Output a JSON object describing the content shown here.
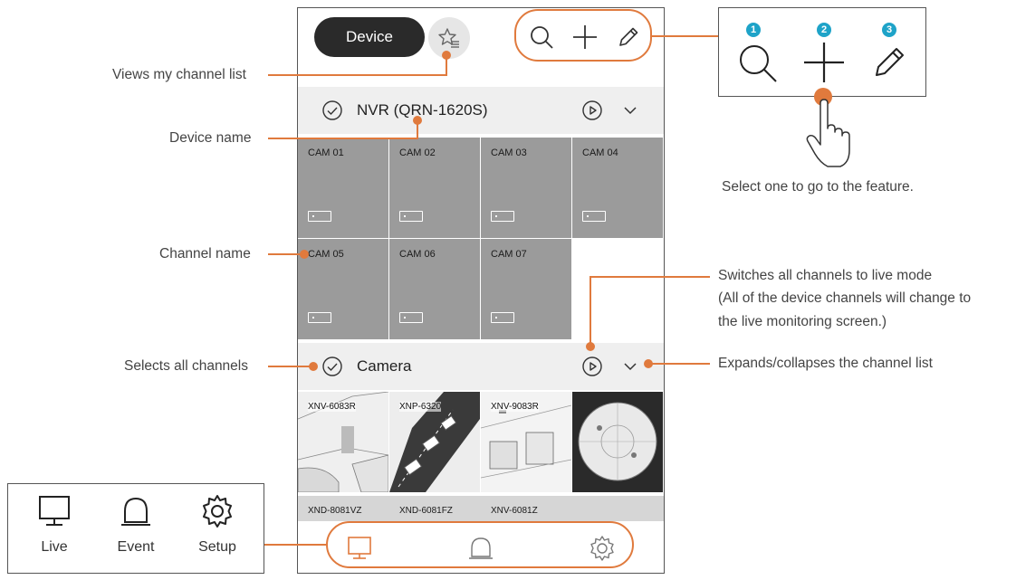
{
  "header": {
    "device_label": "Device"
  },
  "groups": [
    {
      "name": "NVR (QRN-1620S)"
    },
    {
      "name": "Camera"
    }
  ],
  "nvr_channels": [
    "CAM 01",
    "CAM 02",
    "CAM 03",
    "CAM 04",
    "CAM 05",
    "CAM 06",
    "CAM 07"
  ],
  "camera_channels": [
    "XNV-6083R",
    "XNP-6320",
    "XNV-9083R",
    ""
  ],
  "camera_channels_next": [
    "XND-8081VZ",
    "XND-6081FZ",
    "XNV-6081Z"
  ],
  "annotations": {
    "views_channel_list": "Views my channel list",
    "device_name": "Device name",
    "channel_name": "Channel name",
    "selects_all": "Selects all channels",
    "switches_live_1": "Switches all channels to live mode",
    "switches_live_2": "(All of the device channels will change to",
    "switches_live_3": "the live monitoring screen.)",
    "expands_collapses": "Expands/collapses the channel list",
    "select_feature": "Select one to go to the feature."
  },
  "feature_numbers": [
    "1",
    "2",
    "3"
  ],
  "tab_labels": {
    "live": "Live",
    "event": "Event",
    "setup": "Setup"
  },
  "colors": {
    "accent": "#e07a3d",
    "badge": "#1ea3c8",
    "pill": "#2a2a2a",
    "cell": "#9b9b9b"
  }
}
